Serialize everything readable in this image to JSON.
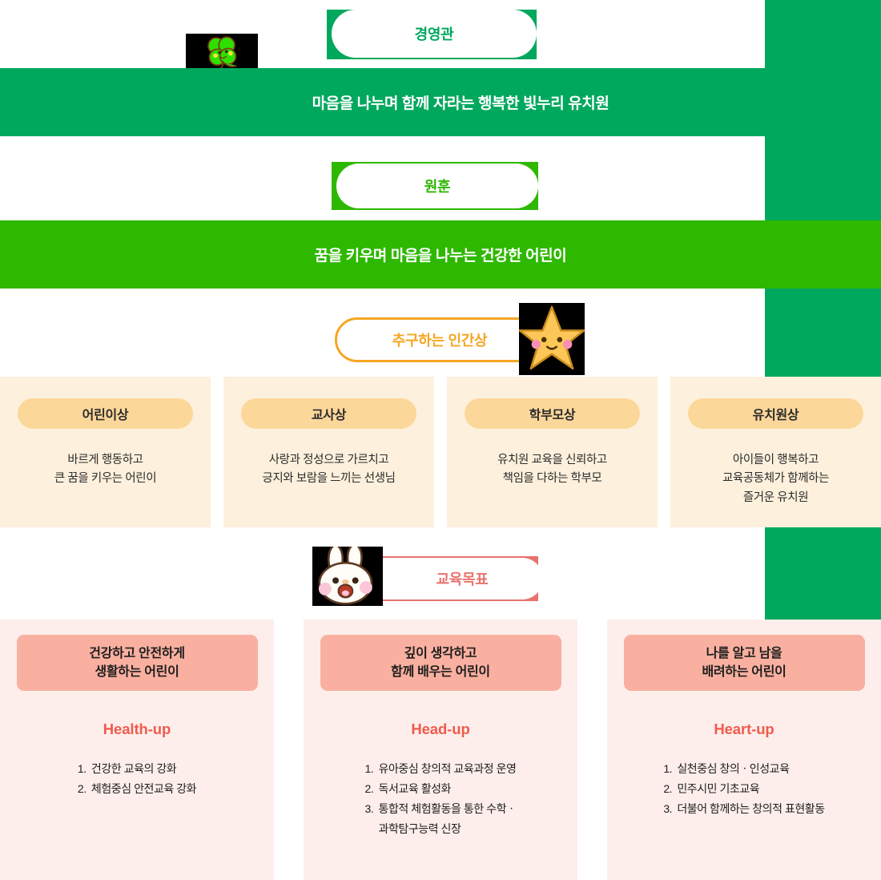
{
  "colors": {
    "dark_green": "#00a85d",
    "bright_green": "#2eb800",
    "orange": "#f5a623",
    "card_bg": "#fdf0dc",
    "card_pill": "#fcd79a",
    "pink": "#e8736e",
    "goal_bg": "#fdeeeb",
    "goal_head": "#f9b0a0",
    "goal_accent": "#ef5b4c"
  },
  "sections": {
    "management": {
      "pill_label": "경영관",
      "banner_text": "마음을 나누며 함께 자라는 행복한 빛누리 유치원",
      "mascot": "clover-mascot"
    },
    "motto": {
      "pill_label": "원훈",
      "banner_text": "꿈을 키우며 마음을 나누는 건강한 어린이"
    },
    "ideal_person": {
      "pill_label": "추구하는 인간상",
      "mascot": "star-mascot",
      "cards": [
        {
          "title": "어린이상",
          "lines": [
            "바르게 행동하고",
            "큰 꿈을 키우는 어린이"
          ]
        },
        {
          "title": "교사상",
          "lines": [
            "사랑과 정성으로 가르치고",
            "긍지와 보람을 느끼는 선생님"
          ]
        },
        {
          "title": "학부모상",
          "lines": [
            "유치원 교육을 신뢰하고",
            "책임을 다하는 학부모"
          ]
        },
        {
          "title": "유치원상",
          "lines": [
            "아이들이 행복하고",
            "교육공동체가 함께하는",
            "즐거운 유치원"
          ]
        }
      ]
    },
    "education_goals": {
      "pill_label": "교육목표",
      "mascot": "bunny-mascot",
      "columns": [
        {
          "heading": "건강하고 안전하게\n생활하는 어린이",
          "subtitle": "Health-up",
          "items": [
            {
              "num": "1.",
              "text": "건강한 교육의 강화"
            },
            {
              "num": "2.",
              "text": "체험중심 안전교육 강화"
            }
          ]
        },
        {
          "heading": "깊이 생각하고\n함께 배우는 어린이",
          "subtitle": "Head-up",
          "items": [
            {
              "num": "1.",
              "text": "유아중심 창의적 교육과정 운영"
            },
            {
              "num": "2.",
              "text": "독서교육 활성화"
            },
            {
              "num": "3.",
              "text": "통합적 체험활동을 통한 수학ㆍ\n과학탐구능력 신장"
            }
          ]
        },
        {
          "heading": "나를 알고 남을\n배려하는 어린이",
          "subtitle": "Heart-up",
          "items": [
            {
              "num": "1.",
              "text": "실천중심 창의ㆍ인성교육"
            },
            {
              "num": "2.",
              "text": "민주시민 기초교육"
            },
            {
              "num": "3.",
              "text": "더불어 함께하는 창의적 표현활동"
            }
          ]
        }
      ]
    }
  }
}
